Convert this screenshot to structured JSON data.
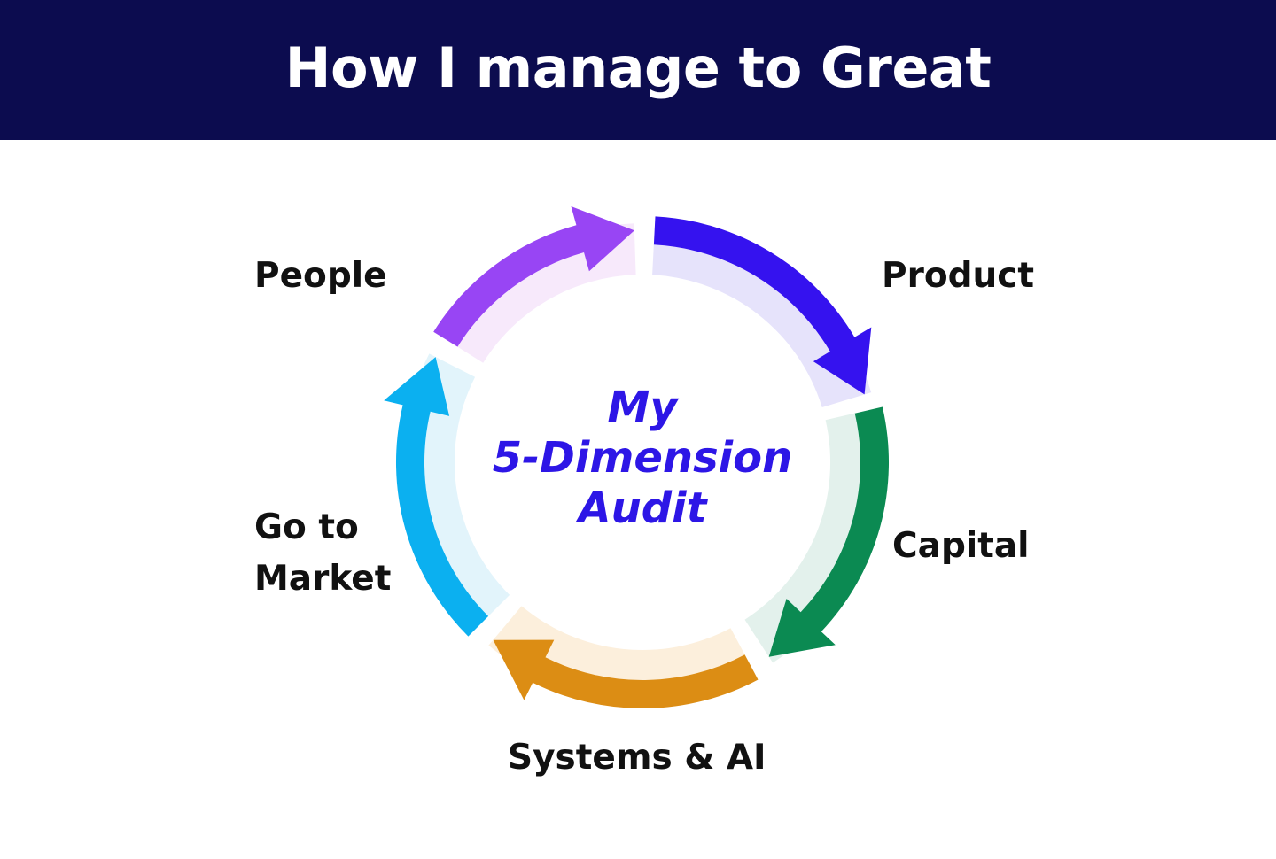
{
  "header": {
    "title": "How I manage to Great"
  },
  "center": {
    "lines": [
      "My",
      "5-Dimension",
      "Audit"
    ]
  },
  "dimensions": [
    {
      "label": "Product",
      "color": "#3512ef",
      "track": "#e6e3fb"
    },
    {
      "label": "Capital",
      "color": "#0b8a52",
      "track": "#e3f1ec"
    },
    {
      "label": "Systems & AI",
      "color": "#dc8d14",
      "track": "#fcefdc"
    },
    {
      "label": "Go to Market",
      "label_lines": [
        "Go to",
        "Market"
      ],
      "color": "#0bb0f0",
      "track": "#e2f4fb"
    },
    {
      "label": "People",
      "color": "#9845f4",
      "track": "#f7e9fb"
    }
  ],
  "colors": {
    "header_bg": "#0c0c4f",
    "center_text": "#2d16e6"
  }
}
